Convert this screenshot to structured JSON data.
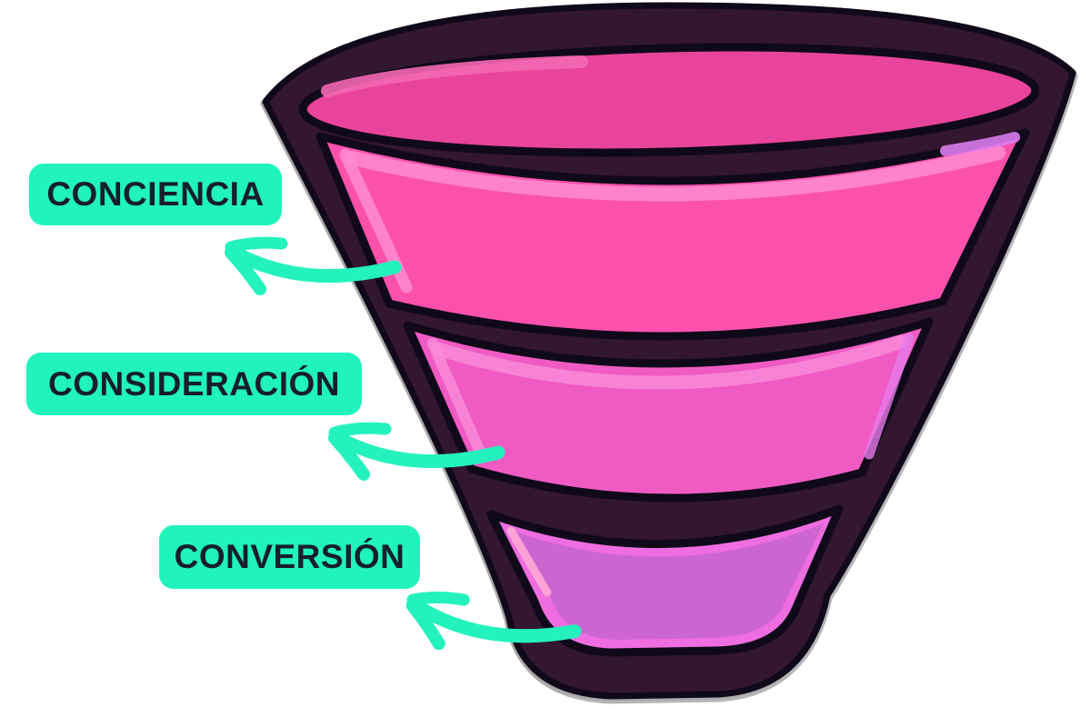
{
  "diagram": {
    "type": "marketing-funnel",
    "background_color": "#ffffff",
    "outline_color": "#10091a",
    "body_color": "#331630",
    "shadow_color": "#a8a8a8",
    "arrow_color": "#24f2be",
    "label_style": {
      "background_color": "#21f3bd",
      "text_color": "#161f2e"
    },
    "opening": {
      "fill": "#e8449b",
      "highlight": "#f468b3"
    },
    "stages": [
      {
        "id": "conciencia",
        "label": "CONCIENCIA",
        "fill": "#fb51ac",
        "highlight": "#ff8cd0",
        "accent": "#dd7cee"
      },
      {
        "id": "consideracion",
        "label": "CONSIDERACIÓN",
        "fill": "#ef5bc2",
        "highlight": "#f98bd9",
        "accent": "#e77be8"
      },
      {
        "id": "conversion",
        "label": "CONVERSIÓN",
        "fill": "#cd65d0",
        "highlight": "#ee6de0",
        "accent": "#ffa9d6"
      }
    ]
  }
}
